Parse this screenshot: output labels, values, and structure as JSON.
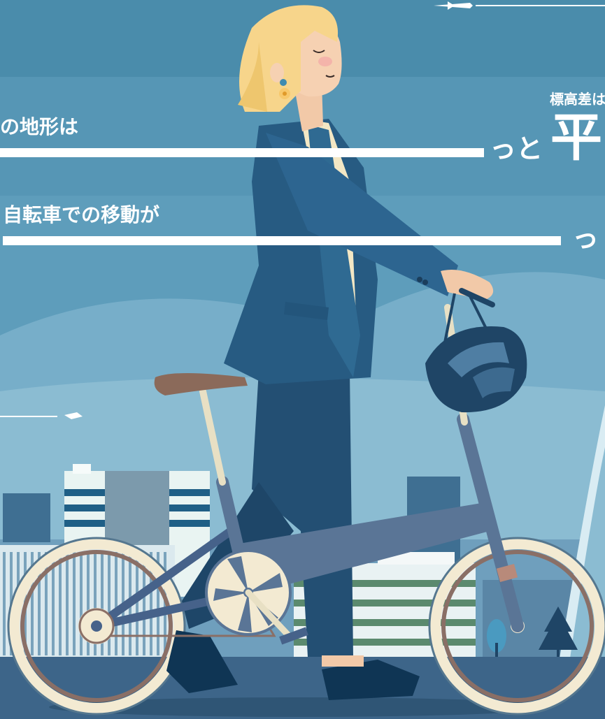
{
  "texts": {
    "line1_lead": "の地形は",
    "line1_tail": "っと",
    "line1_big": "平",
    "line1_small": "標高差は",
    "line2_lead": "自転車での移動が",
    "line2_tail": "っ"
  },
  "colors": {
    "sky_top": "#4a8cab",
    "sky_band": "#5e9dbb",
    "suit": "#275b82",
    "bike_frame": "#5a7596",
    "tire": "#8a6f66",
    "rim": "#f3ead2",
    "hair": "#f7d58b",
    "saddle": "#8b6a5a",
    "helmet": "#1f4566"
  }
}
